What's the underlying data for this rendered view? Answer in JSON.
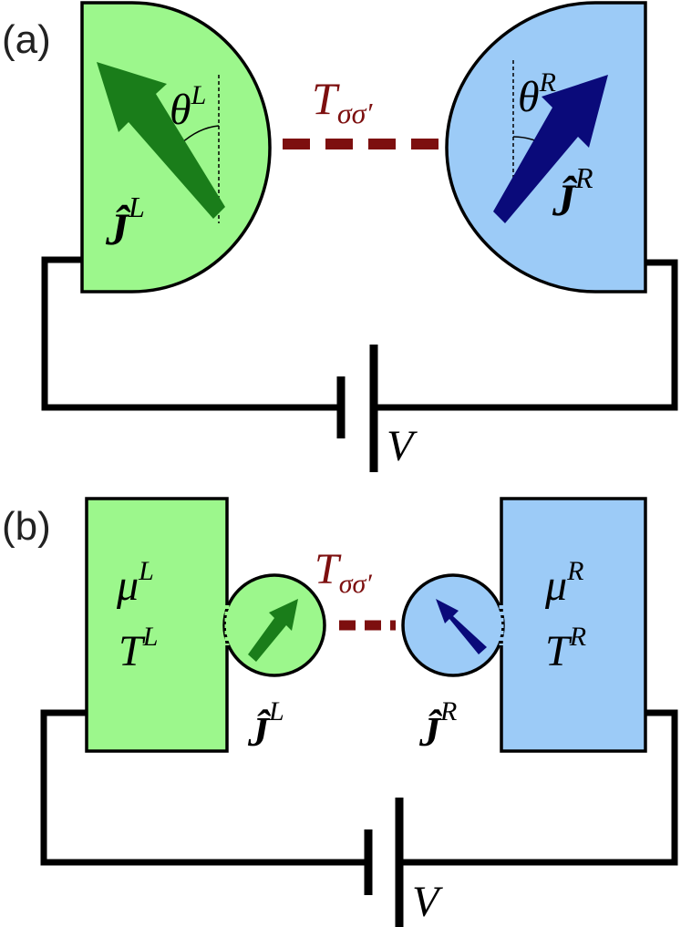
{
  "colors": {
    "left": "#9cf78c",
    "right": "#9ccbf7",
    "left_arrow": "#1a7d1a",
    "right_arrow": "#0a0a7a",
    "tunneling": "#7d0f0f",
    "wire": "#000000"
  },
  "panel_a": {
    "label": "(a)",
    "theta_symbol": "θ",
    "left_angle_sup": "L",
    "right_angle_sup": "R",
    "tunneling_symbol": "T",
    "tunneling_subscript": "σσ′",
    "spin_symbol": "Ĵ",
    "left_spin_sup": "L",
    "right_spin_sup": "R",
    "voltage_label": "V"
  },
  "panel_b": {
    "label": "(b)",
    "mu_symbol": "μ",
    "temperature_symbol": "T",
    "left_sup": "L",
    "right_sup": "R",
    "tunneling_symbol": "T",
    "tunneling_subscript": "σσ′",
    "spin_symbol": "Ĵ",
    "left_spin_sup": "L",
    "right_spin_sup": "R",
    "voltage_label": "V"
  }
}
